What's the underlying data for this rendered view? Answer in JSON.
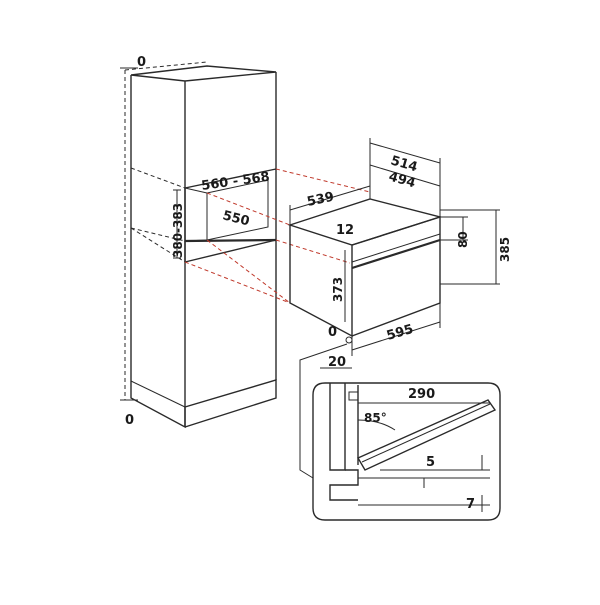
{
  "labels": {
    "top_zero": "0",
    "bottom_zero": "0",
    "niche_height": "560 - 568",
    "niche_depth": "550",
    "niche_opening": "380-383",
    "oven_depth_total": "514",
    "oven_depth_body": "494",
    "oven_depth_front": "539",
    "front_panel_top": "12",
    "panel_height": "80",
    "oven_height": "385",
    "body_height": "373",
    "oven_width": "595",
    "origin_zero": "0",
    "bottom_offset": "20",
    "door_depth": "290",
    "door_angle": "85°",
    "hinge_gap": "5",
    "bottom_gap": "7"
  }
}
